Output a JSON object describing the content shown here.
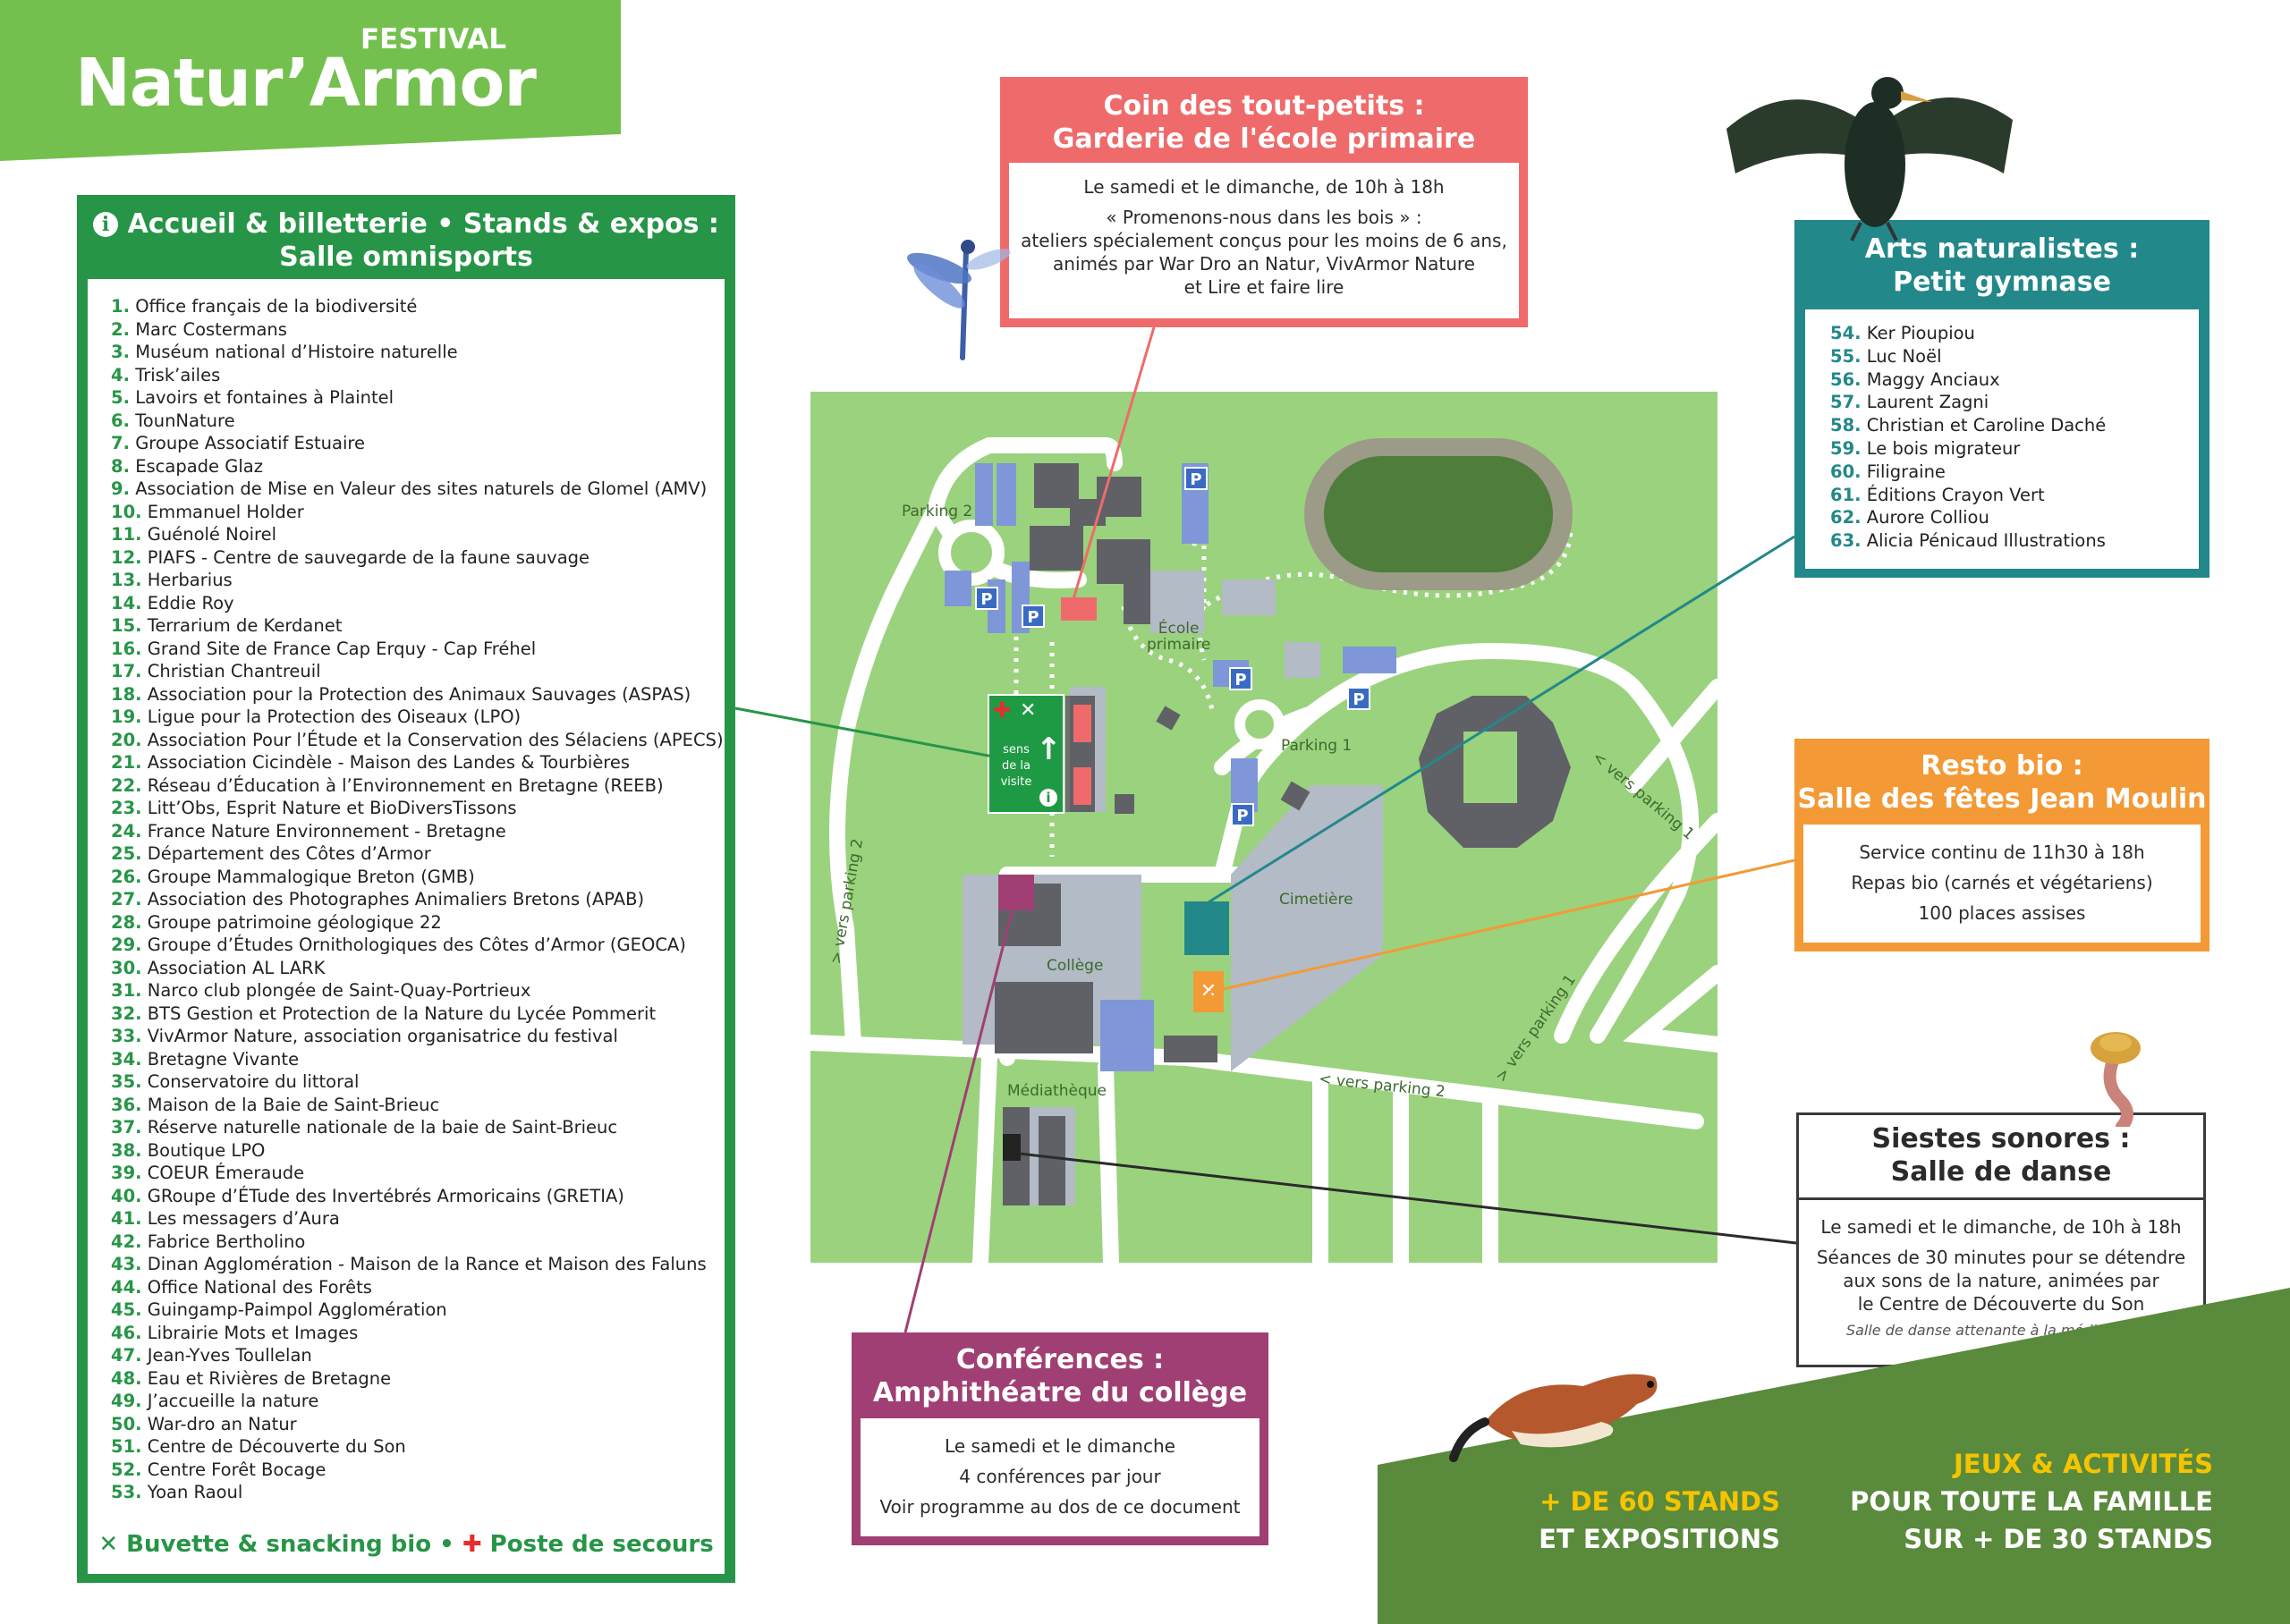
{
  "header": {
    "festival_label": "FESTIVAL",
    "title": "Natur’Armor"
  },
  "accueil": {
    "title_line1": "Accueil & billetterie • Stands & expos :",
    "title_line2": "Salle omnisports",
    "stands": [
      {
        "n": "1.",
        "name": "Office français de la biodiversité"
      },
      {
        "n": "2.",
        "name": "Marc Costermans"
      },
      {
        "n": "3.",
        "name": "Muséum national d’Histoire naturelle"
      },
      {
        "n": "4.",
        "name": "Trisk’ailes"
      },
      {
        "n": "5.",
        "name": "Lavoirs et fontaines à Plaintel"
      },
      {
        "n": "6.",
        "name": "TounNature"
      },
      {
        "n": "7.",
        "name": "Groupe Associatif Estuaire"
      },
      {
        "n": "8.",
        "name": "Escapade Glaz"
      },
      {
        "n": "9.",
        "name": "Association de Mise en Valeur des sites naturels de Glomel (AMV)"
      },
      {
        "n": "10.",
        "name": "Emmanuel Holder"
      },
      {
        "n": "11.",
        "name": "Guénolé Noirel"
      },
      {
        "n": "12.",
        "name": "PIAFS - Centre de sauvegarde de la faune sauvage"
      },
      {
        "n": "13.",
        "name": "Herbarius"
      },
      {
        "n": "14.",
        "name": "Eddie Roy"
      },
      {
        "n": "15.",
        "name": "Terrarium de Kerdanet"
      },
      {
        "n": "16.",
        "name": "Grand Site de France Cap Erquy - Cap Fréhel"
      },
      {
        "n": "17.",
        "name": "Christian Chantreuil"
      },
      {
        "n": "18.",
        "name": "Association pour la Protection des Animaux Sauvages (ASPAS)"
      },
      {
        "n": "19.",
        "name": "Ligue pour la Protection des Oiseaux (LPO)"
      },
      {
        "n": "20.",
        "name": "Association Pour l’Étude et la Conservation des Sélaciens (APECS)"
      },
      {
        "n": "21.",
        "name": "Association Cicindèle - Maison des Landes & Tourbières"
      },
      {
        "n": "22.",
        "name": "Réseau d’Éducation à l’Environnement en Bretagne (REEB)"
      },
      {
        "n": "23.",
        "name": "Litt’Obs, Esprit Nature et BioDiversTissons"
      },
      {
        "n": "24.",
        "name": "France Nature Environnement - Bretagne"
      },
      {
        "n": "25.",
        "name": "Département des Côtes d’Armor"
      },
      {
        "n": "26.",
        "name": "Groupe Mammalogique Breton (GMB)"
      },
      {
        "n": "27.",
        "name": "Association des Photographes Animaliers Bretons (APAB)"
      },
      {
        "n": "28.",
        "name": "Groupe patrimoine géologique 22"
      },
      {
        "n": "29.",
        "name": "Groupe d’Études Ornithologiques des Côtes d’Armor (GEOCA)"
      },
      {
        "n": "30.",
        "name": "Association AL LARK"
      },
      {
        "n": "31.",
        "name": "Narco club plongée de Saint-Quay-Portrieux"
      },
      {
        "n": "32.",
        "name": "BTS Gestion et Protection de la Nature du Lycée Pommerit"
      },
      {
        "n": "33.",
        "name": "VivArmor Nature, association organisatrice du festival"
      },
      {
        "n": "34.",
        "name": "Bretagne Vivante"
      },
      {
        "n": "35.",
        "name": "Conservatoire du littoral"
      },
      {
        "n": "36.",
        "name": "Maison de la Baie de Saint-Brieuc"
      },
      {
        "n": "37.",
        "name": "Réserve naturelle nationale de la baie de Saint-Brieuc"
      },
      {
        "n": "38.",
        "name": "Boutique LPO"
      },
      {
        "n": "39.",
        "name": "COEUR Émeraude"
      },
      {
        "n": "40.",
        "name": "GRoupe d’ÉTude des Invertébrés Armoricains (GRETIA)"
      },
      {
        "n": "41.",
        "name": "Les messagers d’Aura"
      },
      {
        "n": "42.",
        "name": "Fabrice Bertholino"
      },
      {
        "n": "43.",
        "name": "Dinan Agglomération - Maison de la Rance et Maison des Faluns"
      },
      {
        "n": "44.",
        "name": "Office National des Forêts"
      },
      {
        "n": "45.",
        "name": "Guingamp-Paimpol Agglomération"
      },
      {
        "n": "46.",
        "name": "Librairie Mots et Images"
      },
      {
        "n": "47.",
        "name": "Jean-Yves Toullelan"
      },
      {
        "n": "48.",
        "name": "Eau et Rivières de Bretagne"
      },
      {
        "n": "49.",
        "name": "J’accueille la nature"
      },
      {
        "n": "50.",
        "name": "War-dro an Natur"
      },
      {
        "n": "51.",
        "name": "Centre de Découverte du Son"
      },
      {
        "n": "52.",
        "name": "Centre Forêt Bocage"
      },
      {
        "n": "53.",
        "name": "Yoan Raoul"
      }
    ],
    "footer_buvette": "Buvette & snacking bio",
    "footer_sep": "•",
    "footer_secours": "Poste de secours"
  },
  "tout_petits": {
    "title_line1": "Coin des tout-petits :",
    "title_line2": "Garderie de l'école primaire",
    "line1": "Le samedi et le dimanche, de 10h à 18h",
    "line2": "« Promenons-nous dans les bois » :",
    "line3": "ateliers spécialement conçus pour les moins de 6 ans,",
    "line4": "animés par War Dro an Natur, VivArmor Nature",
    "line5": "et Lire et faire lire"
  },
  "arts": {
    "title_line1": "Arts naturalistes :",
    "title_line2": "Petit gymnase",
    "stands": [
      {
        "n": "54.",
        "name": "Ker Pioupiou"
      },
      {
        "n": "55.",
        "name": "Luc Noël"
      },
      {
        "n": "56.",
        "name": "Maggy Anciaux"
      },
      {
        "n": "57.",
        "name": "Laurent Zagni"
      },
      {
        "n": "58.",
        "name": "Christian et Caroline Daché"
      },
      {
        "n": "59.",
        "name": "Le bois migrateur"
      },
      {
        "n": "60.",
        "name": "Filigraine"
      },
      {
        "n": "61.",
        "name": "Éditions Crayon Vert"
      },
      {
        "n": "62.",
        "name": "Aurore Colliou"
      },
      {
        "n": "63.",
        "name": "Alicia Pénicaud Illustrations"
      }
    ]
  },
  "resto": {
    "title_line1": "Resto bio :",
    "title_line2": "Salle des fêtes Jean Moulin",
    "line1": "Service continu de 11h30 à 18h",
    "line2": "Repas bio (carnés et végétariens)",
    "line3": "100 places assises"
  },
  "siestes": {
    "title_line1": "Siestes sonores :",
    "title_line2": "Salle de danse",
    "line1": "Le samedi et le dimanche, de 10h à 18h",
    "line2": "Séances de 30 minutes pour se détendre",
    "line3": "aux sons de la nature, animées par",
    "line4": "le Centre de Découverte du Son",
    "note": "Salle de danse attenante à la médiathèque"
  },
  "conferences": {
    "title_line1": "Conférences :",
    "title_line2": "Amphithéatre du collège",
    "line1": "Le samedi et le dimanche",
    "line2": "4 conférences par jour",
    "line3": "Voir programme au dos de ce document"
  },
  "promo": {
    "stands_line1": "+ DE 60 STANDS",
    "stands_line2": "ET EXPOSITIONS",
    "jeux_line1": "JEUX & ACTIVITÉS",
    "jeux_line2": "POUR TOUTE LA FAMILLE",
    "jeux_line3": "SUR + DE 30 STANDS"
  },
  "map": {
    "parking2": "Parking 2",
    "parking1": "Parking 1",
    "ecole": "École primaire",
    "ecole_l1": "École",
    "ecole_l2": "primaire",
    "cimetiere": "Cimetière",
    "college": "Collège",
    "mediatheque": "Médiathèque",
    "vers_parking2_left": "> vers parking 2",
    "vers_parking2_bottom": "< vers parking 2",
    "vers_parking1_right": "< vers parking 1",
    "vers_parking1_bottom": "> vers parking 1",
    "visit_l1": "sens",
    "visit_l2": "de la",
    "visit_l3": "visite",
    "parking_letter": "P"
  },
  "colors": {
    "green": "#279547",
    "banner_green": "#74c04e",
    "pink": "#ef6b6b",
    "teal": "#23888a",
    "orange": "#f39a36",
    "purple": "#a03f73",
    "band_green": "#5a8a3c",
    "yellow": "#f5c400",
    "map_green": "#9bd27e",
    "parking_blue": "#3a6bc2"
  }
}
